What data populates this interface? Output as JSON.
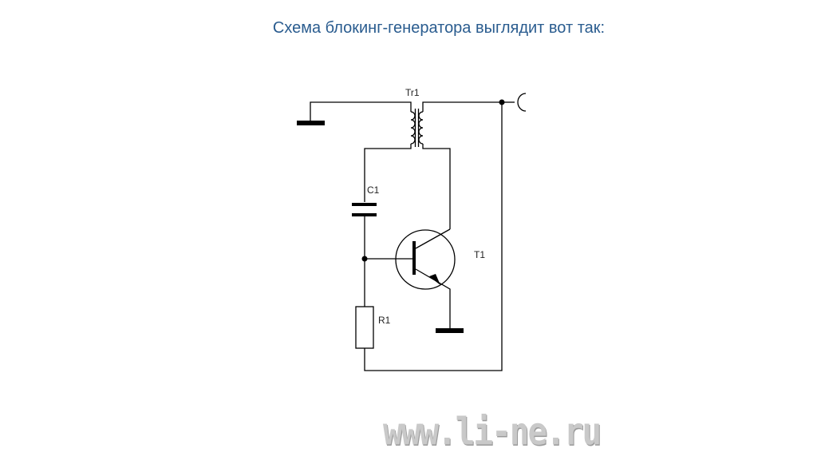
{
  "header": {
    "title": "Схема блокинг-генератора выглядит вот так:"
  },
  "diagram": {
    "labels": {
      "transformer": "Tr1",
      "capacitor": "C1",
      "transistor": "T1",
      "resistor": "R1"
    }
  },
  "watermark": "www.li-ne.ru",
  "colors": {
    "title": "#2a5c8f",
    "wire": "#000000",
    "watermark": "#c9c9c9"
  }
}
